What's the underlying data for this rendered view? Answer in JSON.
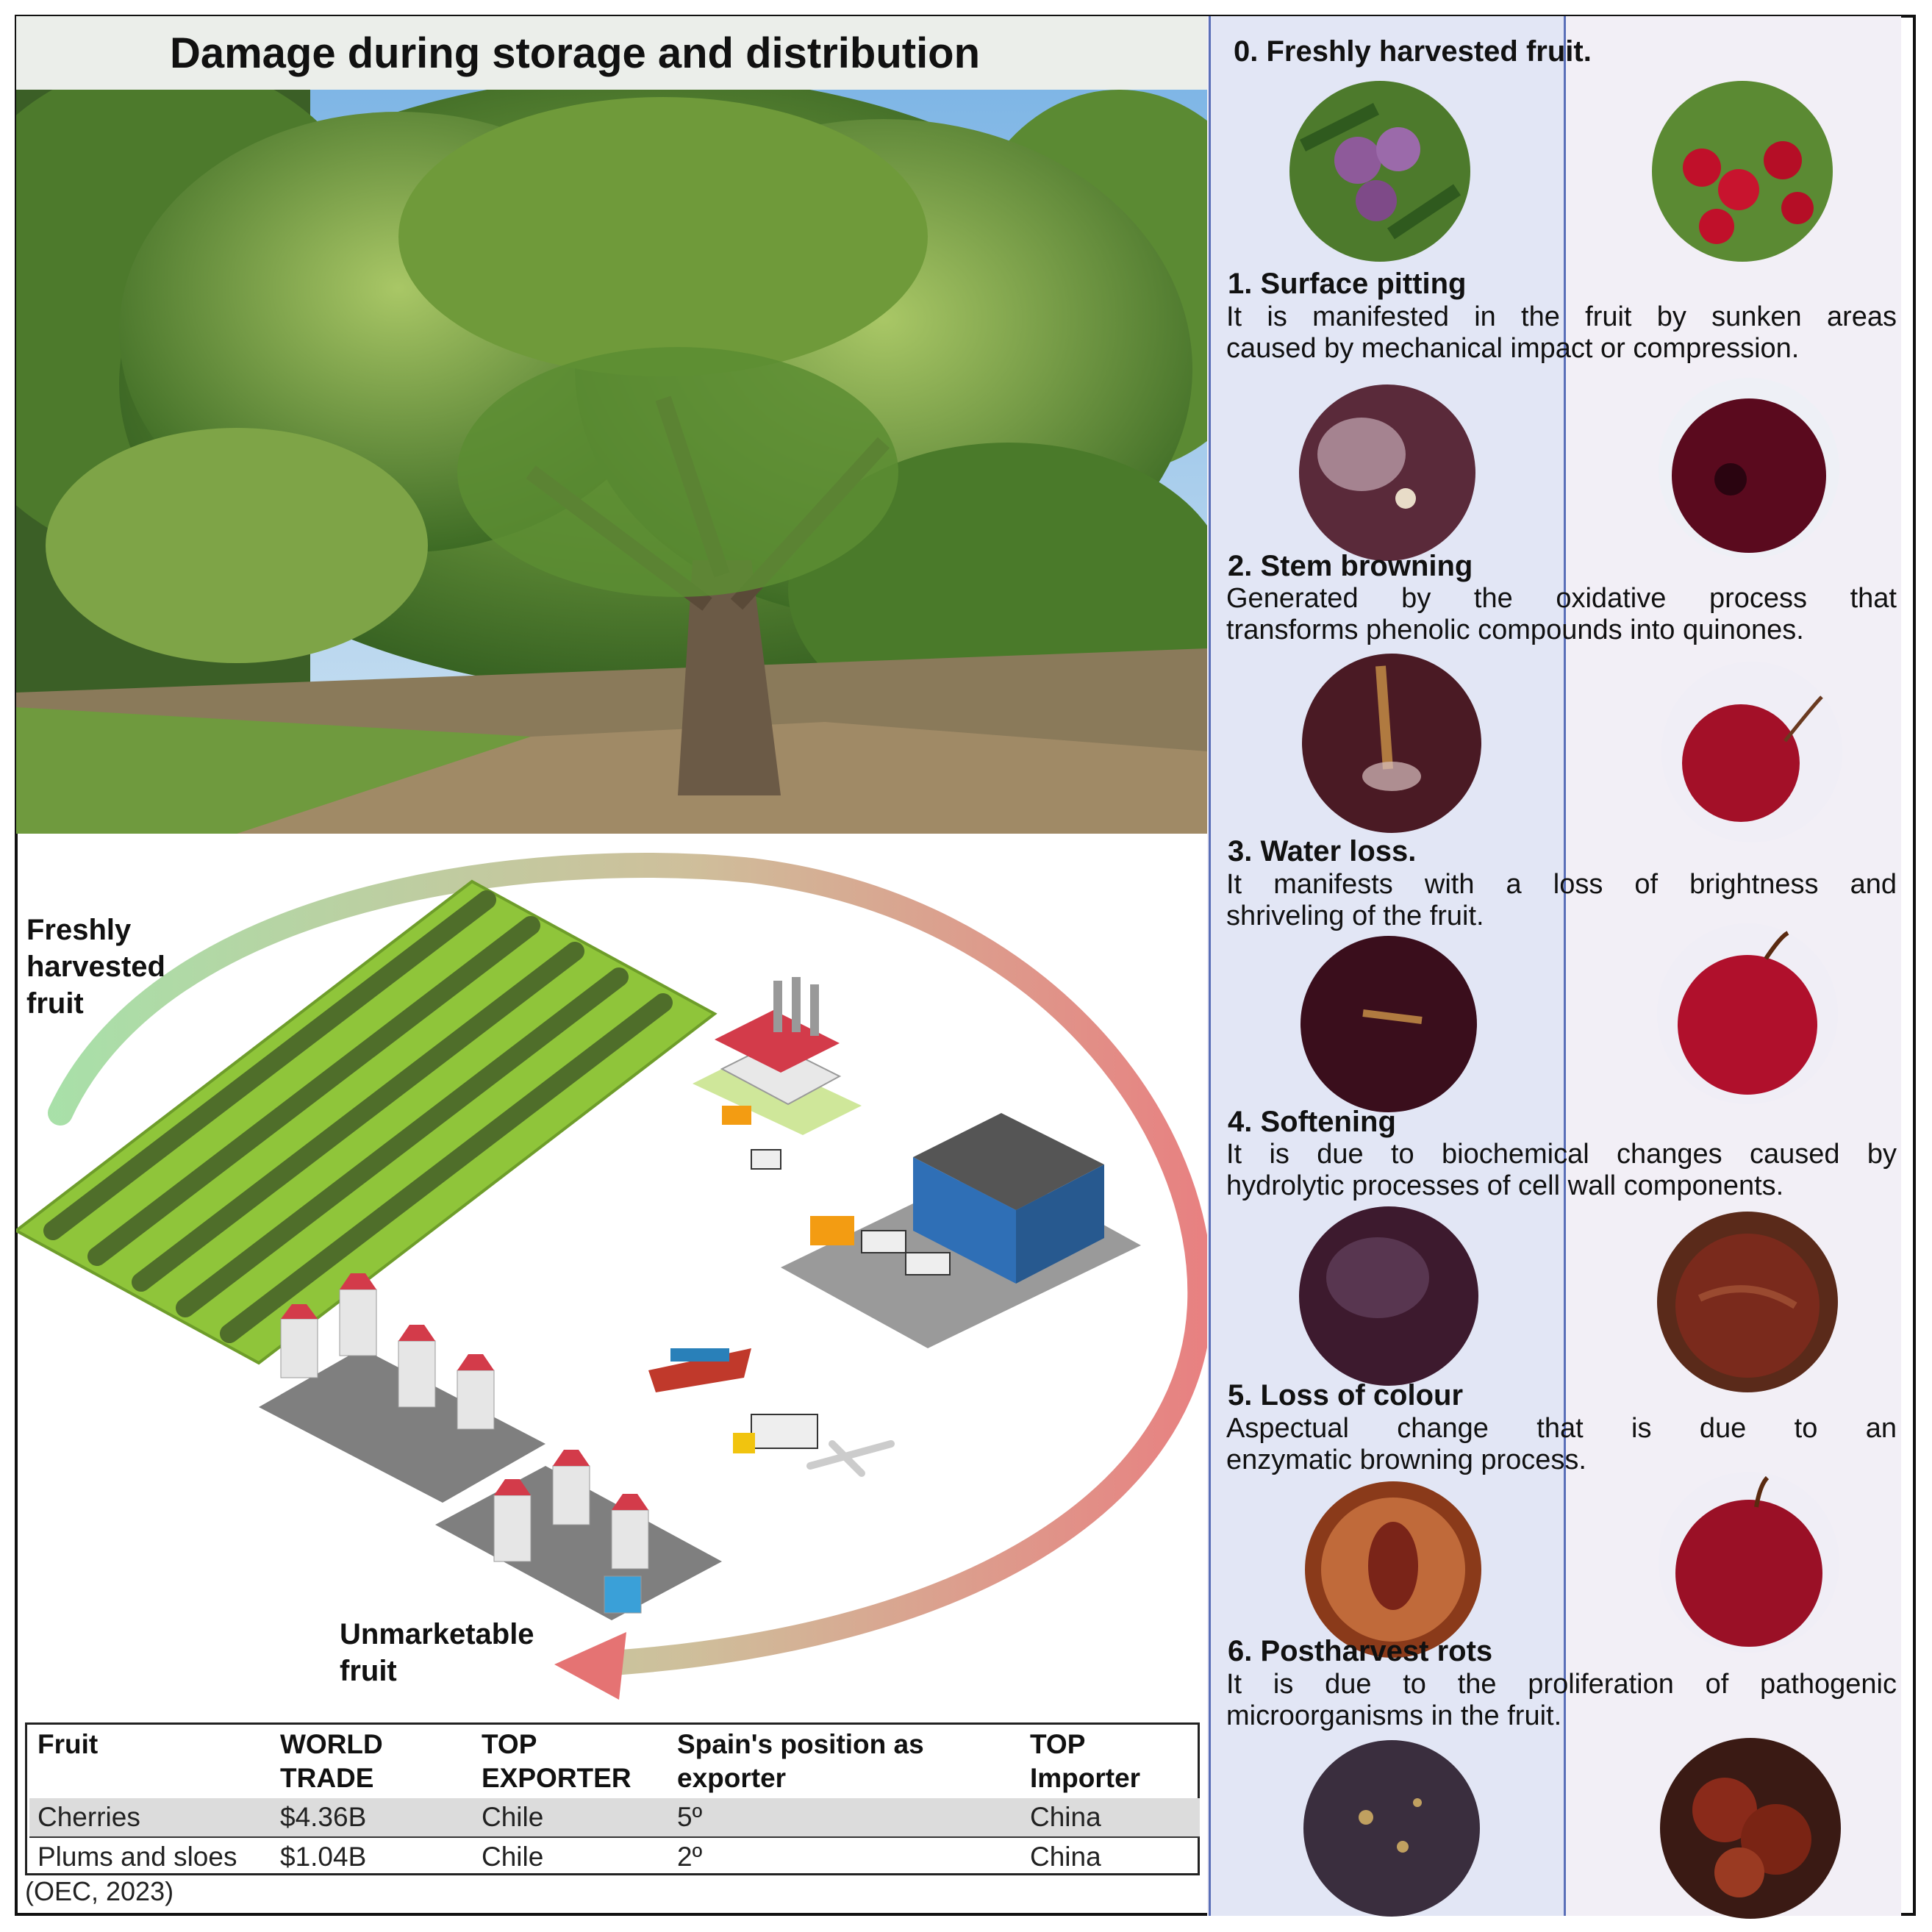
{
  "title": "Damage during storage and distribution",
  "flow_labels": {
    "start": [
      "Freshly",
      "harvested",
      "fruit"
    ],
    "end": [
      "Unmarketable",
      "fruit"
    ]
  },
  "table": {
    "headers": [
      [
        "",
        "Fruit"
      ],
      [
        "WORLD",
        "TRADE"
      ],
      [
        "TOP",
        "EXPORTER"
      ],
      [
        "Spain's position as",
        "exporter"
      ],
      [
        "TOP",
        "Importer"
      ]
    ],
    "rows": [
      [
        "Cherries",
        "$4.36B",
        "Chile",
        "5º",
        "China"
      ],
      [
        "Plums and sloes",
        "$1.04B",
        "Chile",
        "2º",
        "China"
      ]
    ],
    "highlight_row_color": "#dcdcdc"
  },
  "source": "(OEC, 2023)",
  "damages": [
    {
      "title": "0. Freshly harvested fruit.",
      "lines": []
    },
    {
      "title": "1. Surface pitting",
      "lines": [
        "It is manifested in the fruit by sunken areas",
        "caused by mechanical impact or compression."
      ]
    },
    {
      "title": "2. Stem browning",
      "lines": [
        "Generated by the oxidative process that",
        "transforms phenolic compounds into quinones."
      ]
    },
    {
      "title": "3. Water loss.",
      "lines": [
        "It manifests with a loss of brightness and",
        "shriveling of the fruit."
      ]
    },
    {
      "title": "4. Softening",
      "lines": [
        "It is due to biochemical changes caused by",
        "hydrolytic processes of cell wall components."
      ]
    },
    {
      "title": "5. Loss of colour",
      "lines": [
        "Aspectual change that is due to an",
        "enzymatic browning process."
      ]
    },
    {
      "title": "6. Postharvest rots",
      "lines": [
        "It is due to the proliferation of pathogenic",
        "microorganisms in the fruit."
      ]
    }
  ],
  "colors": {
    "arrow_start": "#9fdc9f",
    "arrow_end": "#e57373",
    "panel_band": "#e2e6f5",
    "panel_band_border": "#5a6fb8",
    "panel_bg": "#f2eff6"
  }
}
